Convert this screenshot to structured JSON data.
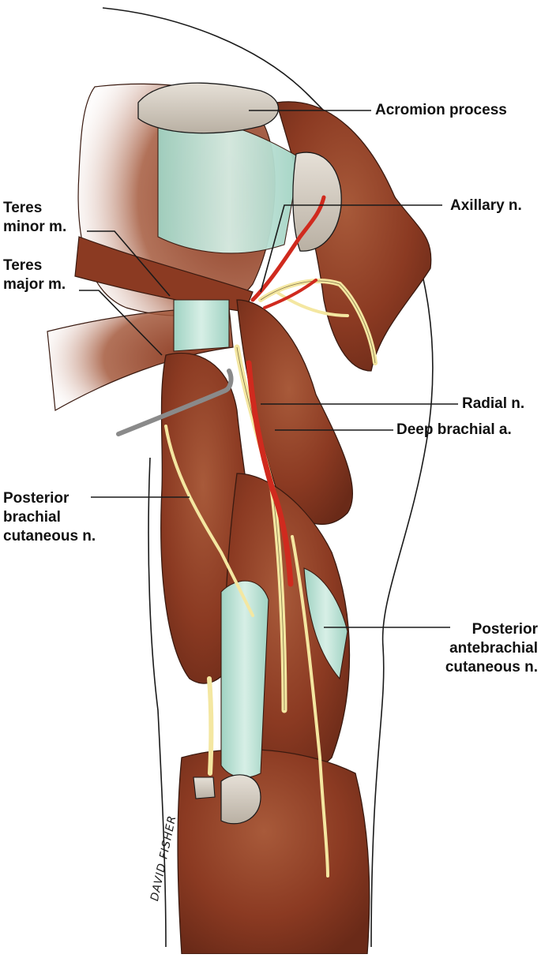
{
  "labels": {
    "acromion": "Acromion process",
    "axillary": "Axillary n.",
    "teres_minor": [
      "Teres",
      "minor m."
    ],
    "teres_major": [
      "Teres",
      "major m."
    ],
    "radial": "Radial n.",
    "deep_brachial": "Deep brachial a.",
    "posterior_brachial": [
      "Posterior",
      "brachial",
      "cutaneous n."
    ],
    "posterior_antebrachial": [
      "Posterior",
      "antebrachial",
      "cutaneous n."
    ]
  },
  "signature": "DAVID FISHER",
  "colors": {
    "muscle": "#8b3a22",
    "muscle_dark": "#5e2414",
    "muscle_light": "#a85a3a",
    "tendon": "#bfe3d6",
    "bone": "#d9d2c8",
    "nerve": "#f4e7a1",
    "artery": "#d02a1e",
    "outline": "#1a1a1a"
  }
}
